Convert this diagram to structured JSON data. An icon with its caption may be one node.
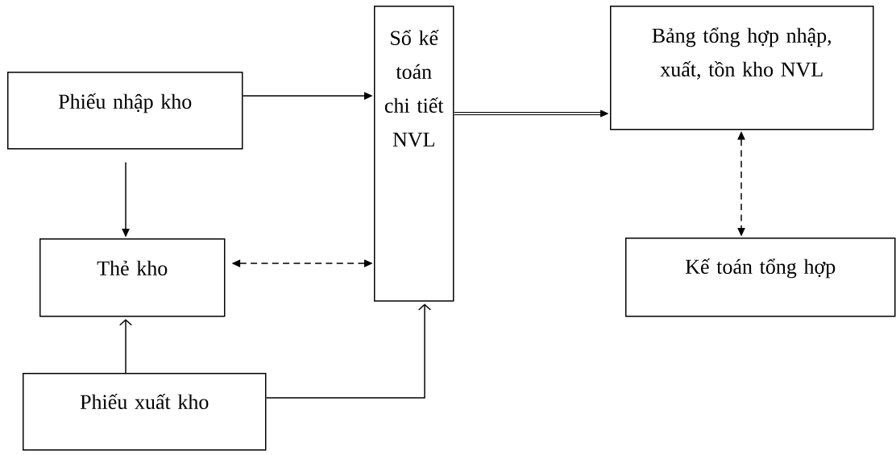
{
  "diagram": {
    "nodes": [
      {
        "text": [
          "Phiếu nhập kho"
        ]
      },
      {
        "text": [
          "Thẻ kho"
        ]
      },
      {
        "text": [
          "Phiếu xuất kho"
        ]
      },
      {
        "text": [
          "Sổ kế toán chi tiết NVL"
        ]
      },
      {
        "text": [
          "Bảng tổng hợp nhập, xuất, tồn kho NVL"
        ]
      },
      {
        "text": [
          "Kế toán tổng hợp"
        ]
      }
    ],
    "edges": [
      {
        "from": 0,
        "to": 3,
        "arrow": "to"
      },
      {
        "from": 0,
        "to": 1,
        "arrow": "to"
      },
      {
        "from": 1,
        "to": 3,
        "arrow": "both",
        "style": "dashed"
      },
      {
        "from": 2,
        "to": 1,
        "arrow": "to"
      },
      {
        "from": 2,
        "to": 3,
        "arrow": "to"
      },
      {
        "from": 3,
        "to": 4,
        "arrow": "to",
        "style": "thick"
      },
      {
        "from": 4,
        "to": 5,
        "arrow": "both",
        "style": "dashed"
      }
    ]
  }
}
